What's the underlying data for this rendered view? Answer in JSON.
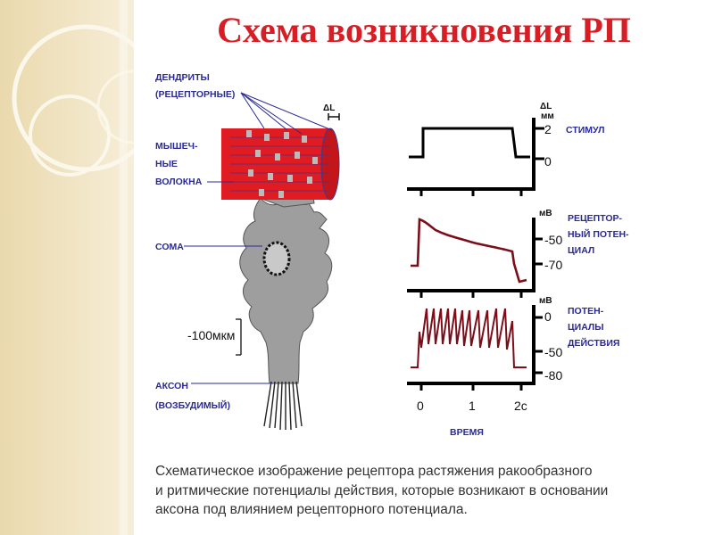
{
  "title": "Схема возникновения РП",
  "colors": {
    "title": "#d81e25",
    "muscle": "#e11b22",
    "label": "#2a2a96",
    "trace": "#7a0f1a",
    "background_stripe": "#f3e9c9"
  },
  "neuron_labels": {
    "dendrites_1": "ДЕНДРИТЫ",
    "dendrites_2": "(РЕЦЕПТОРНЫЕ)",
    "muscle_1": "МЫШЕЧ-",
    "muscle_2": "НЫЕ",
    "muscle_3": "ВОЛОКНА",
    "soma": "СОМА",
    "axon_1": "АКСОН",
    "axon_2": "(ВОЗБУДИМЫЙ)",
    "delta_l": "ΔL",
    "scale": "-100мкм"
  },
  "graphs": {
    "stimulus": {
      "unit_top": "ΔL",
      "unit_bottom": "мм",
      "tick_high": "2",
      "tick_low": "0",
      "label_1": "СТИМУЛ"
    },
    "receptor": {
      "unit": "мВ",
      "tick_high": "-50",
      "tick_low": "-70",
      "label_1": "РЕЦЕПТОР-",
      "label_2": "НЫЙ ПОТЕН-",
      "label_3": "ЦИАЛ"
    },
    "action": {
      "unit": "мВ",
      "tick_top": "0",
      "tick_mid": "-50",
      "tick_low": "-80",
      "label_1": "ПОТЕН-",
      "label_2": "ЦИАЛЫ",
      "label_3": "ДЕЙСТВИЯ"
    },
    "time_axis": {
      "t0": "0",
      "t1": "1",
      "t2": "2с",
      "label": "ВРЕМЯ"
    }
  },
  "caption": {
    "line_1": "Схематическое изображение рецептора растяжения ракообразного",
    "line_2": "и ритмические потенциалы действия, которые возникают в основании",
    "line_3": "аксона под влиянием рецепторного потенциала."
  }
}
